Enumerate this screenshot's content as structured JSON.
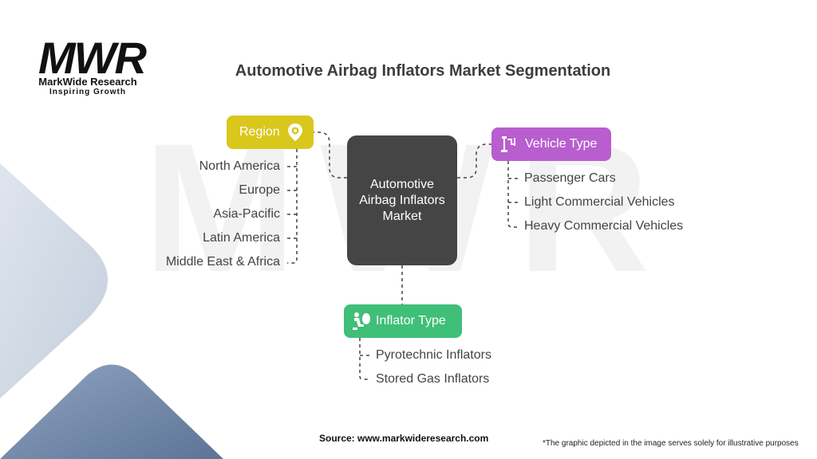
{
  "logo": {
    "mark": "MWR",
    "name": "MarkWide Research",
    "tagline": "Inspiring Growth"
  },
  "title": "Automotive Airbag Inflators Market Segmentation",
  "center": {
    "label": "Automotive Airbag Inflators Market"
  },
  "segments": {
    "region": {
      "label": "Region",
      "icon": "gear-location-pin-icon",
      "color": "#d9c71c",
      "items": [
        "North America",
        "Europe",
        "Asia-Pacific",
        "Latin America",
        "Middle East & Africa"
      ]
    },
    "vehicle_type": {
      "label": "Vehicle Type",
      "icon": "pump-icon",
      "color": "#b85ecf",
      "items": [
        "Passenger Cars",
        "Light Commercial Vehicles",
        "Heavy Commercial Vehicles"
      ]
    },
    "inflator_type": {
      "label": "Inflator Type",
      "icon": "airbag-seat-icon",
      "color": "#3fbf78",
      "items": [
        "Pyrotechnic Inflators",
        "Stored Gas Inflators"
      ]
    }
  },
  "footer": {
    "source": "Source: www.markwideresearch.com",
    "note": "*The graphic depicted in the image serves solely for illustrative purposes"
  }
}
